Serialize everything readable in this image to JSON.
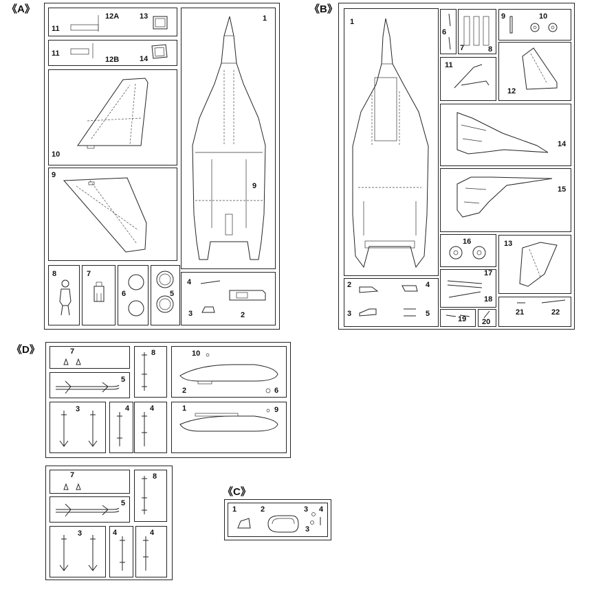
{
  "sheets": {
    "A": {
      "title": "《A》"
    },
    "B": {
      "title": "《B》"
    },
    "C": {
      "title": "《C》"
    },
    "D": {
      "title": "《D》"
    }
  },
  "labels": {
    "A": {
      "p11a": "11",
      "p12a": "12A",
      "p13": "13",
      "p11b": "11",
      "p12b": "12B",
      "p14": "14",
      "p10": "10",
      "p9": "9",
      "p8": "8",
      "p7": "7",
      "p6": "6",
      "p5": "5",
      "p1": "1",
      "p4": "4",
      "p3": "3",
      "p2": "2",
      "p9b": "9"
    },
    "B": {
      "p1": "1",
      "p6": "6",
      "p7": "7",
      "p8": "8",
      "p9": "9",
      "p10": "10",
      "p11": "11",
      "p12": "12",
      "p14": "14",
      "p15": "15",
      "p16": "16",
      "p13": "13",
      "p17": "17",
      "p18": "18",
      "p2": "2",
      "p4": "4",
      "p3": "3",
      "p5": "5",
      "p19": "19",
      "p20": "20",
      "p21": "21",
      "p22": "22"
    },
    "C": {
      "p1": "1",
      "p2": "2",
      "p3a": "3",
      "p4": "4",
      "p3b": "3"
    },
    "D1": {
      "p7": "7",
      "p8": "8",
      "p10": "10",
      "p5": "5",
      "p2": "2",
      "p6": "6",
      "p3": "3",
      "p4a": "4",
      "p4b": "4",
      "p1": "1",
      "p9": "9"
    },
    "D2": {
      "p7": "7",
      "p8": "8",
      "p5": "5",
      "p3": "3",
      "p4a": "4",
      "p4b": "4"
    }
  }
}
